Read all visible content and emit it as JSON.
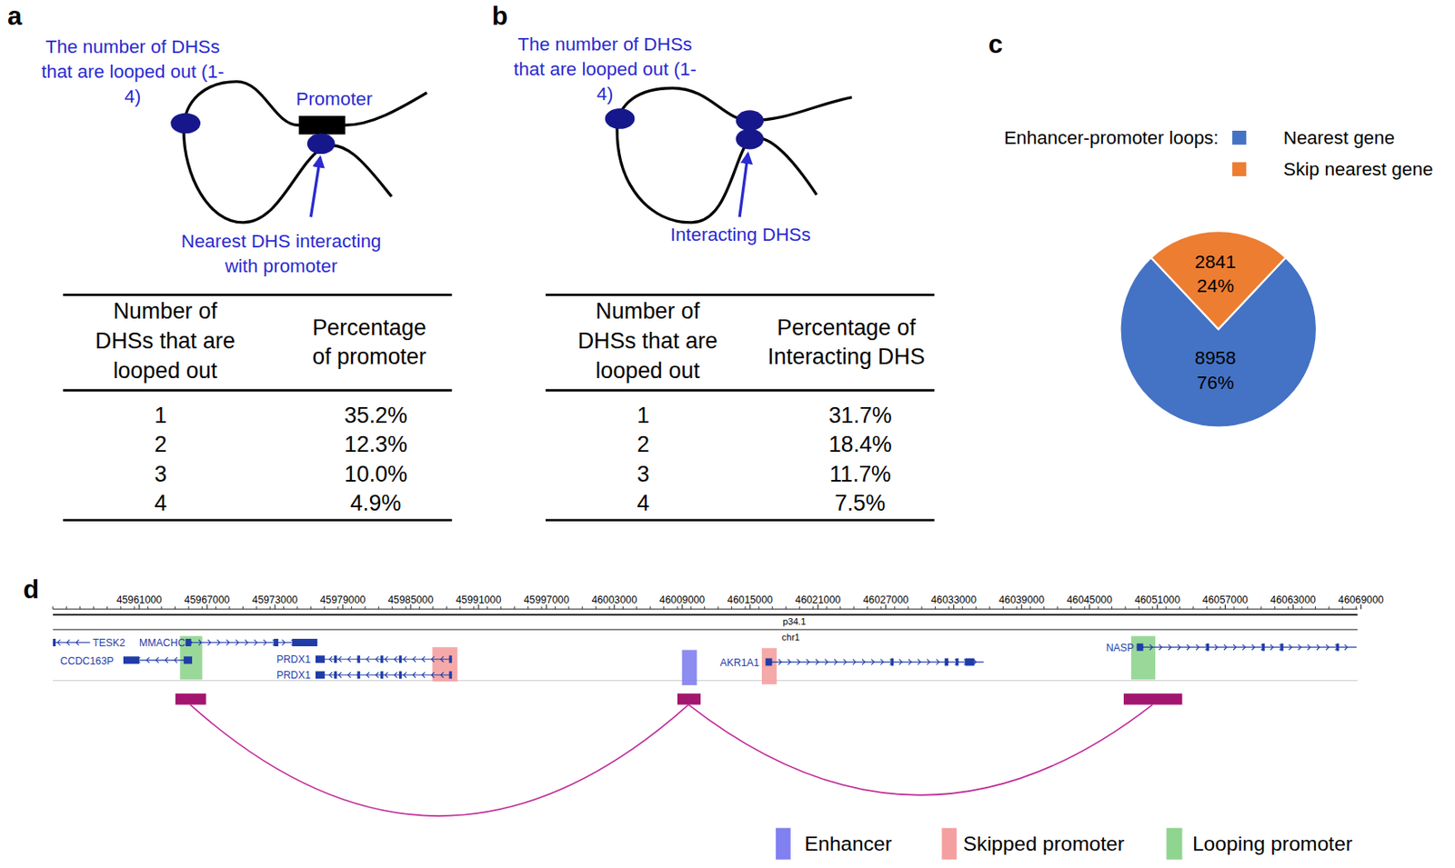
{
  "diagram": {
    "nodes": [
      {
        "text": [
          "2841",
          "24%"
        ]
      },
      {
        "text": [
          "8958",
          "76%"
        ]
      }
    ],
    "labels": [
      "a",
      "The number of DHSs that are looped out (1-4)",
      "Promoter",
      "Nearest DHS interacting with promoter",
      "Number of DHSs that are looped out",
      "Percentage of promoter",
      "1",
      "35.2%",
      "2",
      "12.3%",
      "3",
      "10.0%",
      "4",
      "4.9%",
      "b",
      "The number of DHSs that are looped out (1-4)",
      "Interacting DHSs",
      "Number of DHSs that are looped out",
      "Percentage of Interacting DHS",
      "1",
      "31.7%",
      "2",
      "18.4%",
      "3",
      "11.7%",
      "4",
      "7.5%",
      "c",
      "Enhancer-promoter loops:",
      "d",
      "45961000",
      "45967000",
      "45973000",
      "45979000",
      "45985000",
      "45991000",
      "45997000",
      "46003000",
      "46009000",
      "46015000",
      "46021000",
      "46027000",
      "46033000",
      "46039000",
      "46045000",
      "46051000",
      "46057000",
      "46063000",
      "46069000",
      "p34.1",
      "chr1",
      "TESK2",
      "MMACHC",
      "CCDC163P",
      "PRDX1",
      "PRDX1",
      "AKR1A1",
      "NASP"
    ],
    "legend": [
      {
        "text": "Nearest gene",
        "color": "#4472c4"
      },
      {
        "text": "Skip nearest gene",
        "color": "#ed7d31"
      },
      {
        "text": "Enhancer",
        "color": "#8080f0"
      },
      {
        "text": "Skipped promoter",
        "color": "#f4a0a0"
      },
      {
        "text": "Looping promoter",
        "color": "#8fd48f"
      }
    ]
  }
}
